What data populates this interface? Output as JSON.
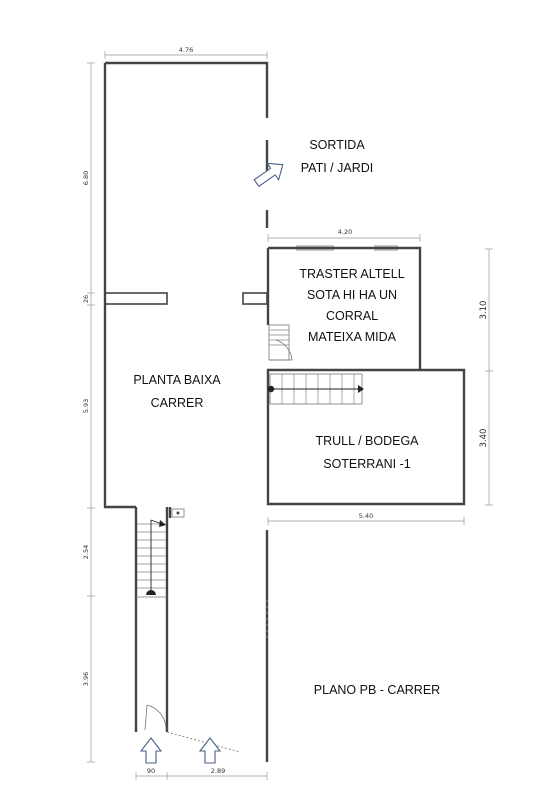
{
  "title": "PLANO PB - CARRER",
  "rooms": {
    "main": [
      "PLANTA BAIXA",
      "CARRER"
    ],
    "storage": [
      "TRASTER ALTELL",
      "SOTA HI HA UN",
      "CORRAL",
      "MATEIXA MIDA"
    ],
    "cellar": [
      "TRULL / BODEGA",
      "SOTERRANI -1"
    ]
  },
  "exit": [
    "SORTIDA",
    "PATI / JARDI"
  ],
  "dimensions": {
    "top_width": "4.76",
    "storage_width": "4.20",
    "cellar_width": "5.40",
    "bottom_left": "90",
    "bottom_right": "2.89",
    "left_1": "6.80",
    "left_2": "26",
    "left_3": "5.93",
    "left_4": "2.54",
    "left_5": "3.96",
    "right_1": "3.10",
    "right_2": "3.40"
  },
  "icons": {
    "exit_arrow": "arrow-up-right-icon",
    "entry_arrow": "arrow-up-icon"
  }
}
